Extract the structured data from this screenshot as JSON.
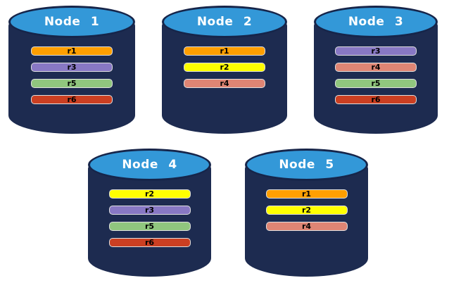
{
  "diagram": {
    "description": "Replica distribution across database nodes",
    "background": "#FFFFFF"
  },
  "colors": {
    "cylinder_body": "#1D2B50",
    "cylinder_outline": "#16254A",
    "cylinder_top_fill": "#3398D8",
    "title_text": "#FFFFFF",
    "bar_label_text": "#000000",
    "bar_border": "#DFDFDF",
    "replicas": {
      "r1": "#FF9F00",
      "r2": "#FFFF00",
      "r3": "#8878C4",
      "r4": "#DF8574",
      "r5": "#90C67E",
      "r6": "#CB3F22"
    }
  },
  "nodes": [
    {
      "title": "Node 1",
      "replicas": [
        "r1",
        "r3",
        "r5",
        "r6"
      ]
    },
    {
      "title": "Node 2",
      "replicas": [
        "r1",
        "r2",
        "r4"
      ]
    },
    {
      "title": "Node 3",
      "replicas": [
        "r3",
        "r4",
        "r5",
        "r6"
      ]
    },
    {
      "title": "Node 4",
      "replicas": [
        "r2",
        "r3",
        "r5",
        "r6"
      ]
    },
    {
      "title": "Node 5",
      "replicas": [
        "r1",
        "r2",
        "r4"
      ]
    }
  ]
}
